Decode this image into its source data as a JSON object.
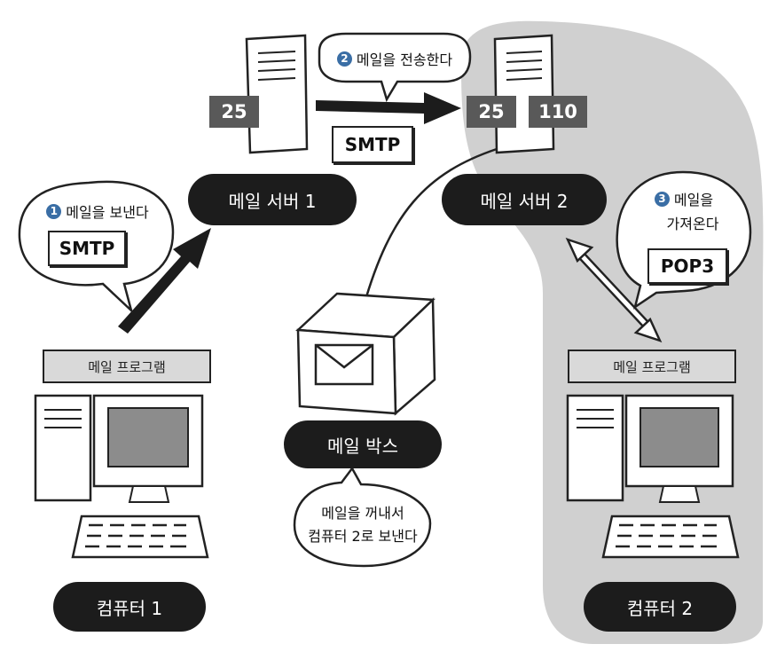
{
  "colors": {
    "highlight": "#d0d0d0",
    "pill_bg": "#1c1c1c",
    "port_bg": "#595959",
    "step_badge": "#3a6ea5",
    "bar_bg": "#d9d9d9"
  },
  "servers": {
    "server1": {
      "label": "메일 서버 1",
      "port": "25"
    },
    "server2": {
      "label": "메일 서버 2",
      "port_smtp": "25",
      "port_pop": "110"
    }
  },
  "steps": {
    "step1": {
      "number": "1",
      "text": "메일을 보낸다",
      "protocol": "SMTP"
    },
    "step2": {
      "number": "2",
      "text": "메일을 전송한다",
      "protocol": "SMTP"
    },
    "step3": {
      "number": "3",
      "text_line1": "메일을",
      "text_line2": "가져온다",
      "protocol": "POP3"
    }
  },
  "computers": {
    "computer1": {
      "label": "컴퓨터 1",
      "program": "메일 프로그램"
    },
    "computer2": {
      "label": "컴퓨터 2",
      "program": "메일 프로그램"
    }
  },
  "mailbox": {
    "label": "메일 박스",
    "note_line1": "메일을 꺼내서",
    "note_line2": "컴퓨터 2로 보낸다"
  }
}
